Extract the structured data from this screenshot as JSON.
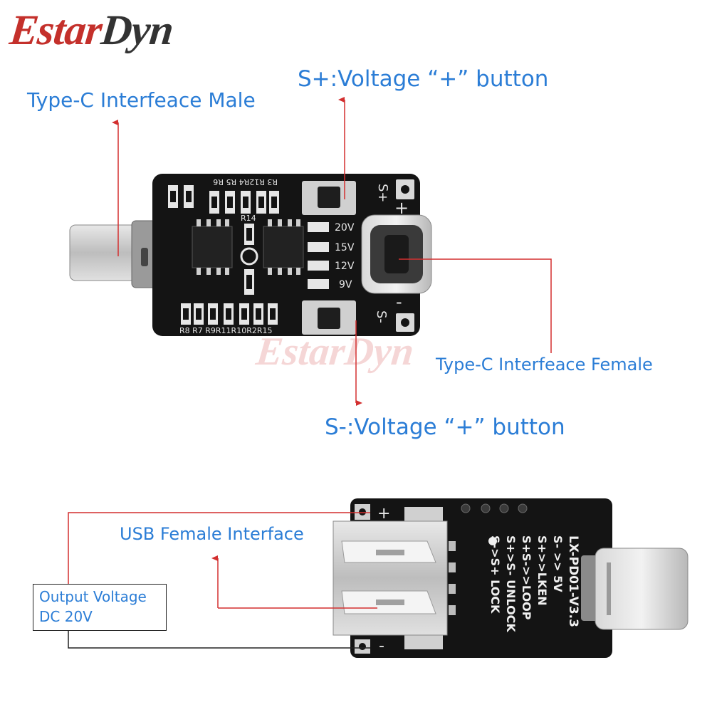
{
  "brand": {
    "part1": "Estar",
    "part2": "Dyn"
  },
  "watermark": "EstarDyn",
  "labels": {
    "type_c_male": "Type-C Interfeace Male",
    "s_plus": "S+:Voltage “+” button",
    "type_c_female": "Type-C Interfeace Female",
    "s_minus": "S-:Voltage “+” button",
    "usb_female": "USB Female Interface",
    "output_line1": "Output  Voltage",
    "output_line2": "DC 20V"
  },
  "board1": {
    "silk_top": "R3 R12R4 R5 R6",
    "silk_bottom": "R8 R7 R9R11R10R2R15",
    "r14": "R14",
    "voltages": [
      "20V",
      "15V",
      "12V",
      "9V"
    ],
    "s_plus": "S+",
    "s_minus": "S-",
    "plus": "+",
    "minus": "-"
  },
  "board2": {
    "model": "LX-PD01-V3.3",
    "lines": [
      "S-  >> 5V",
      "S+>>LKEN",
      "S+S->>LOOP",
      "S+>S- UNLOCK",
      "S->S+ LOCK"
    ],
    "plus": "+",
    "minus": "-"
  },
  "colors": {
    "accent_blue": "#2b7dd6",
    "arrow_red": "#d32f2f",
    "board_black": "#141414",
    "brand_red": "#c4302b"
  }
}
